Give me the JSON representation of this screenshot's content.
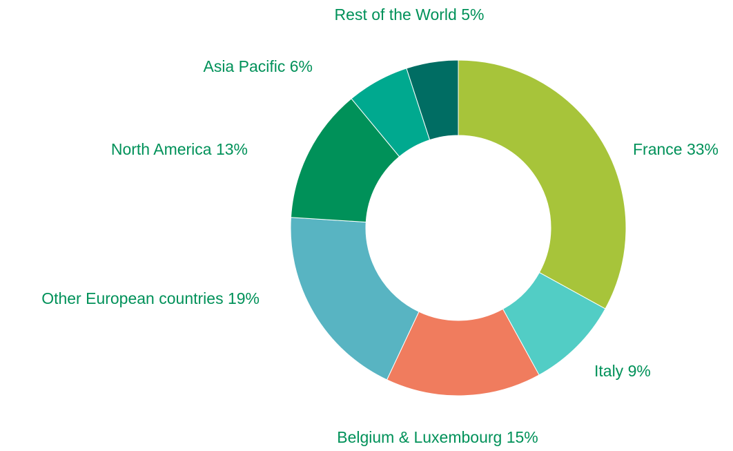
{
  "chart_data": {
    "type": "pie",
    "variant": "donut",
    "title": "",
    "label_color": "#009159",
    "start_angle_deg": 0,
    "direction": "clockwise",
    "legend": "none",
    "slices": [
      {
        "label": "France",
        "value": 33,
        "percent_label": "33%",
        "color": "#A7C43A"
      },
      {
        "label": "Italy",
        "value": 9,
        "percent_label": "9%",
        "color": "#52CDC5"
      },
      {
        "label": "Belgium & Luxembourg",
        "value": 15,
        "percent_label": "15%",
        "color": "#F07C5E"
      },
      {
        "label": "Other European countries",
        "value": 19,
        "percent_label": "19%",
        "color": "#58B4C2"
      },
      {
        "label": "North America",
        "value": 13,
        "percent_label": "13%",
        "color": "#009159"
      },
      {
        "label": "Asia Pacific",
        "value": 6,
        "percent_label": "6%",
        "color": "#00A98F"
      },
      {
        "label": "Rest of the World",
        "value": 5,
        "percent_label": "5%",
        "color": "#006D63"
      }
    ]
  }
}
